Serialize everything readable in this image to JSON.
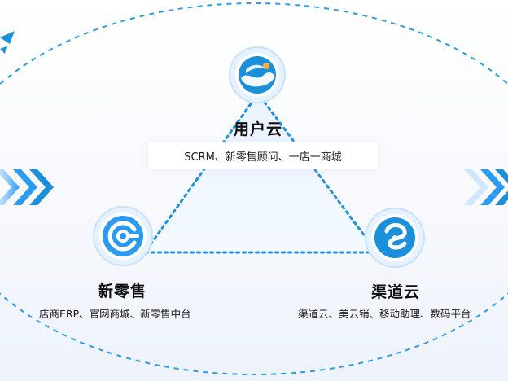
{
  "colors": {
    "primary": "#1a8fdc",
    "light": "#dcefff",
    "ring": "#e6f2ff"
  },
  "nodes": {
    "top": {
      "icon": "user-cloud-icon",
      "title": "用户云",
      "subtitle": "SCRM、新零售顾问、一店一商城"
    },
    "left": {
      "icon": "new-retail-icon",
      "title": "新零售",
      "subtitle": "店商ERP、官网商城、新零售中台"
    },
    "right": {
      "icon": "channel-cloud-icon",
      "title": "渠道云",
      "subtitle": "渠道云、美云销、移动助理、数码平台"
    }
  }
}
